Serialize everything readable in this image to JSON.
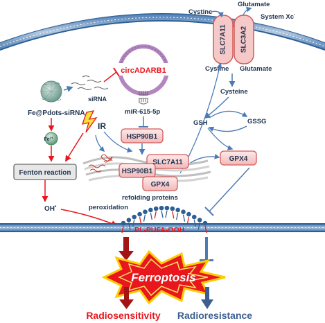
{
  "membrane_top": {
    "cystine_out": "Cystine",
    "glutamate_out": "Glutamate",
    "system_xc": "System Xc",
    "system_xc_sup": "-",
    "slc7a11": "SLC7A11",
    "slc3a2": "SLC3A2",
    "cystine_in": "Cystine",
    "glutamate_in": "Glutamate"
  },
  "pathway": {
    "cysteine": "Cysteine",
    "gsh": "GSH",
    "gssg": "GSSG",
    "gpx4_right": "GPX4",
    "circ": "circADARB1",
    "sirna": "siRNA",
    "mir": "miR-615-5p",
    "hsp90b1_top": "HSP90B1",
    "hsp90b1_complex": "HSP90B1",
    "slc7a11_complex": "SLC7A11",
    "gpx4_complex": "GPX4",
    "refolding": "refolding proteins",
    "nano": "Fe@Pdots-siRNA",
    "fe_ion": "Fe",
    "fe_sup": "2+",
    "fenton": "Fenton reaction",
    "ir": "IR",
    "oh": "OH",
    "oh_sup": "•",
    "peroxidation": "peroxidation",
    "plpufa": "PL-PUFA-OOH"
  },
  "outcome": {
    "ferroptosis": "Ferroptosis",
    "radiosensitivity": "Radiosensitivity",
    "radioresistance": "Radioresistance"
  },
  "colors": {
    "red": "#e8161d",
    "blue": "#4c7bb4",
    "pink_fill": "#f6c9c9",
    "pink_stroke": "#d25a5a",
    "membrane": "#2e5f94",
    "circ_ring": "#b486bf",
    "dark_text": "#1f3350"
  }
}
